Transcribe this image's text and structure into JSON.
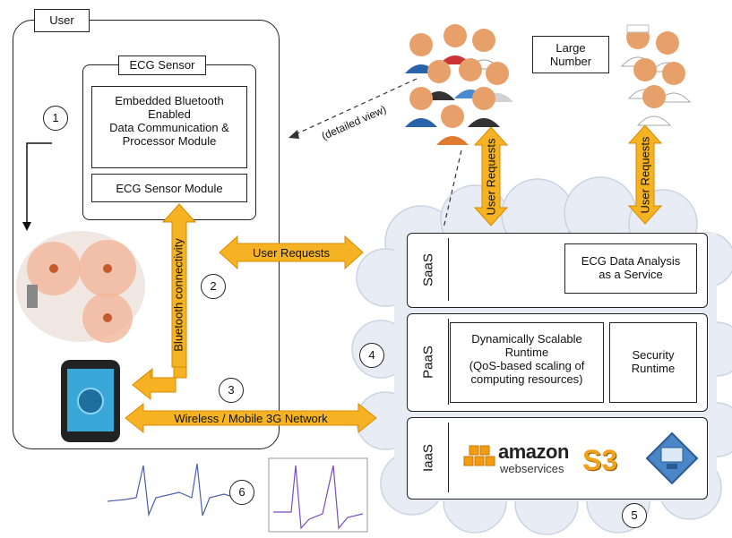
{
  "user": {
    "title": "User"
  },
  "ecg_sensor": {
    "title": "ECG Sensor",
    "module_top": "Embedded Bluetooth\nEnabled\nData Communication &\nProcessor Module",
    "module_bottom": "ECG Sensor Module"
  },
  "steps": [
    "1",
    "2",
    "3",
    "4",
    "5",
    "6"
  ],
  "arrows": {
    "bluetooth": "Bluetooth connectivity",
    "user_requests_h": "User Requests",
    "wireless": "Wireless / Mobile 3G Network",
    "user_requests_v1": "User Requests",
    "user_requests_v2": "User Requests",
    "detailed_view": "(detailed view)"
  },
  "crowd": {
    "large_number": "Large\nNumber"
  },
  "cloud": {
    "saas": {
      "label": "SaaS",
      "service": "ECG Data Analysis\nas a Service"
    },
    "paas": {
      "label": "PaaS",
      "runtime": "Dynamically Scalable\nRuntime\n(QoS-based scaling of\ncomputing resources)",
      "security": "Security\nRuntime"
    },
    "iaas": {
      "label": "IaaS",
      "amazon": "amazon",
      "webservices": "webservices",
      "s3": "S3"
    }
  },
  "colors": {
    "arrow_fill": "#f5b324",
    "arrow_stroke": "#d98a00",
    "cloud_fill": "#e9eef6",
    "ecg_red": "#d62020"
  }
}
